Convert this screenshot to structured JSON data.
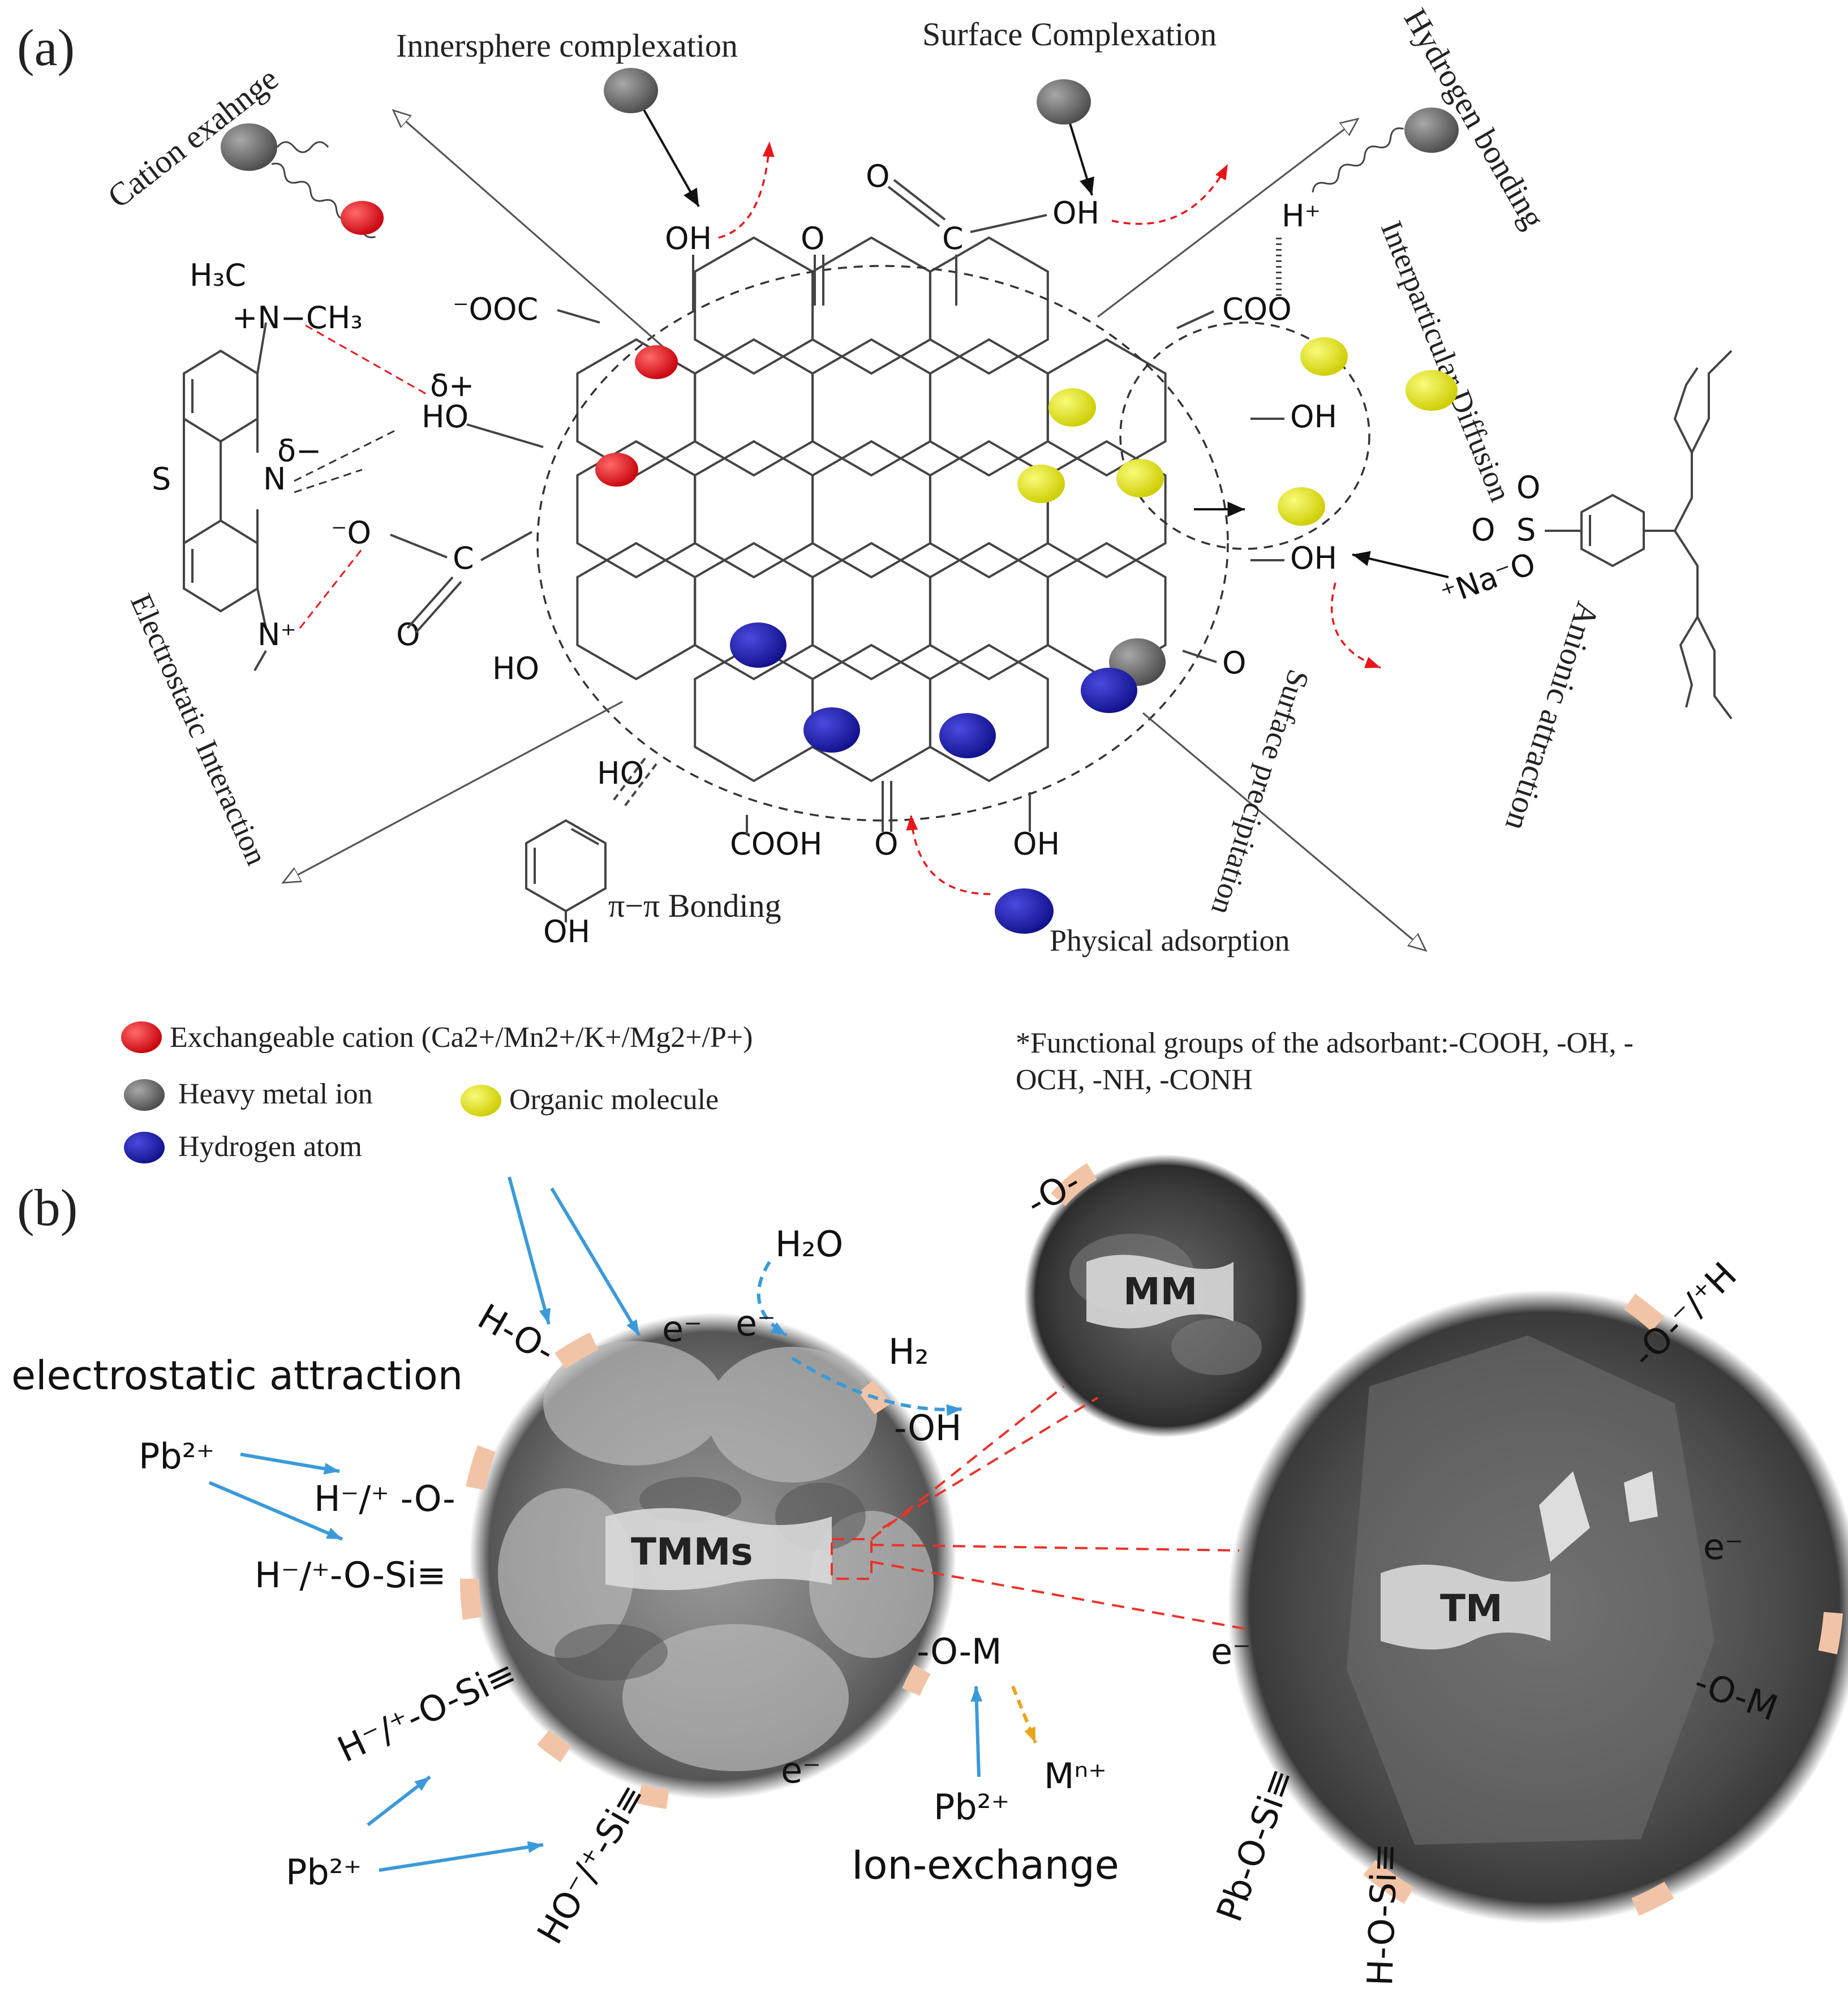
{
  "panel_a": {
    "label": "(a)",
    "mechanisms": {
      "cation_exchange": "Cation exahnge",
      "innersphere": "Innersphere complexation",
      "surface_complexation": "Surface Complexation",
      "hydrogen_bonding": "Hydrogen bonding",
      "interparticular_diffusion": "Interparticular Diffusion",
      "anionic_attraction": "Anionic attraction",
      "surface_precipitation": "Surface precipitation",
      "electrostatic_interaction": "Electrostatic Interaction",
      "pi_bonding": "π−π Bonding",
      "physical_adsorption": "Physical adsorption"
    },
    "groups": {
      "oh": "OH",
      "ho": "HO",
      "o": "O",
      "c": "C",
      "coo": "COO",
      "cooh": "COOH",
      "ooc": "⁻OOC",
      "h_plus": "H⁺",
      "carboxylate_o": "⁻O",
      "delta_plus": "δ+",
      "delta_minus": "δ−",
      "h3c": "H₃C",
      "nme": "+N−CH₃",
      "s": "S",
      "n": "N",
      "n_plus": "N⁺",
      "na": "⁺Na⁻O",
      "sulfonyl": "S",
      "sulfonyl_o": "O",
      "phenol_oh": "OH"
    },
    "legend": {
      "exchangeable_cation": "Exchangeable cation (Ca2+/Mn2+/K+/Mg2+/P+)",
      "heavy_metal": "Heavy metal ion",
      "organic_molecule": "Organic molecule",
      "hydrogen_atom": "Hydrogen atom",
      "functional_groups": "*Functional groups of the adsorbant:-COOH, -OH, -",
      "functional_groups_2": "OCH, -NH, -CONH"
    },
    "colors": {
      "exchangeable_cation": "#e8161b",
      "heavy_metal": "#6b6b6b",
      "organic_molecule": "#e2e21a",
      "hydrogen_atom": "#1c1ca6"
    }
  },
  "panel_b": {
    "label": "(b)",
    "electrostatic_attraction": "electrostatic attraction",
    "ion_exchange": "Ion-exchange",
    "pb": "Pb²⁺",
    "h2o": "H₂O",
    "h2": "H₂",
    "e_minus": "e⁻",
    "ho_group": "H-O-",
    "oh_group": "-OH",
    "h_o": "H⁻/⁺ -O-",
    "h_o_si": "H⁻/⁺-O-Si≡",
    "h_o_si_2": "H⁻/⁺-O-Si≡",
    "ho_si": "HO⁻/⁺-Si≡",
    "si_tri": "≡",
    "o_m": "-O-M",
    "m_n": "Mⁿ⁺",
    "o_mm": "-O-",
    "o_h_tm": "-O-⁻/⁺H",
    "o_m_tm": "-O-M",
    "pb_o_si": "Pb-O-Si≡",
    "h_o_si_tm": "H-O-Si≡",
    "tmms": "TMMs",
    "mm": "MM",
    "tm": "TM",
    "colors": {
      "arrow_blue": "#3a9ad9",
      "arrow_red": "#e8332a",
      "arrow_orange": "#e8a41a",
      "tab": "#f2c4a6"
    }
  }
}
